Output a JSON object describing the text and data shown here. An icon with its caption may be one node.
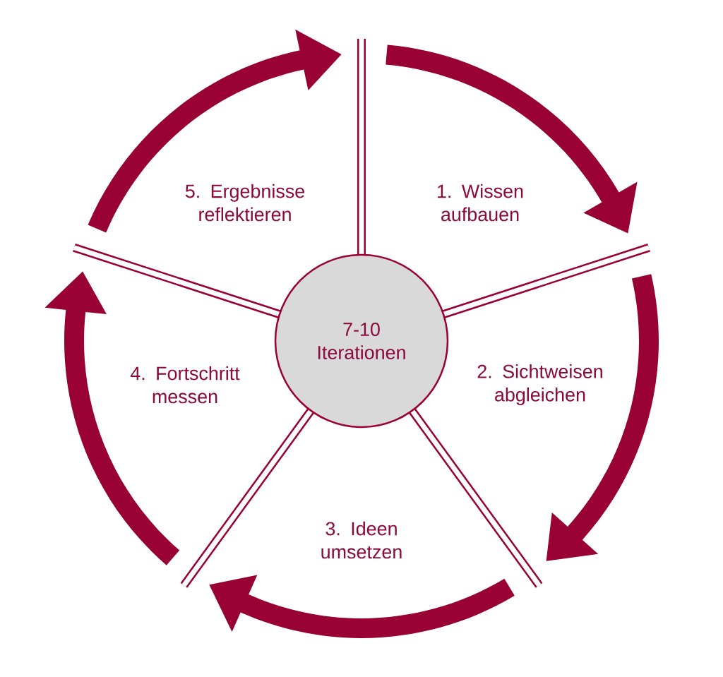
{
  "diagram": {
    "nodes": [
      {
        "text": [
          "7-10 Iterationen"
        ]
      },
      {
        "text": [
          "1. Wissen aufbauen"
        ]
      },
      {
        "text": [
          "2. Sichtweisen abgleichen"
        ]
      },
      {
        "text": [
          "3. Ideen umsetzen"
        ]
      },
      {
        "text": [
          "4. Fortschritt messen"
        ]
      },
      {
        "text": [
          "5. Ergebnisse reflektieren"
        ]
      }
    ]
  }
}
